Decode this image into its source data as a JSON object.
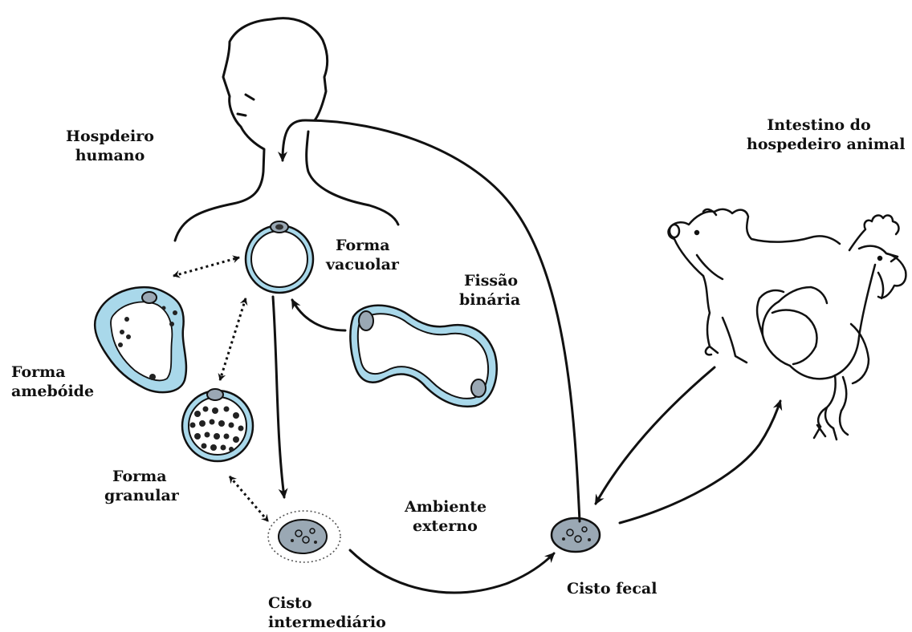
{
  "labels": {
    "human_host": [
      "Hospdeiro",
      "humano"
    ],
    "vacuolar": [
      "Forma",
      "vacuolar"
    ],
    "binary_fission": [
      "Fissão",
      "binária"
    ],
    "ameboid": [
      "Forma",
      "amebóide"
    ],
    "granular": [
      "Forma",
      "granular"
    ],
    "environment": [
      "Ambiente",
      "externo"
    ],
    "intermediate_cyst": [
      "Cisto",
      "intermediário"
    ],
    "fecal_cyst": "Cisto fecal",
    "animal_host": [
      "Intestino do",
      "hospedeiro animal"
    ]
  },
  "colors": {
    "cell_fill": "#a9d8ea",
    "cell_stroke": "#1a1a1a",
    "cyst_fill": "#9aa8b4",
    "ink": "#111111"
  },
  "icons": [
    "human-silhouette",
    "pig-drawing",
    "rooster-drawing"
  ]
}
